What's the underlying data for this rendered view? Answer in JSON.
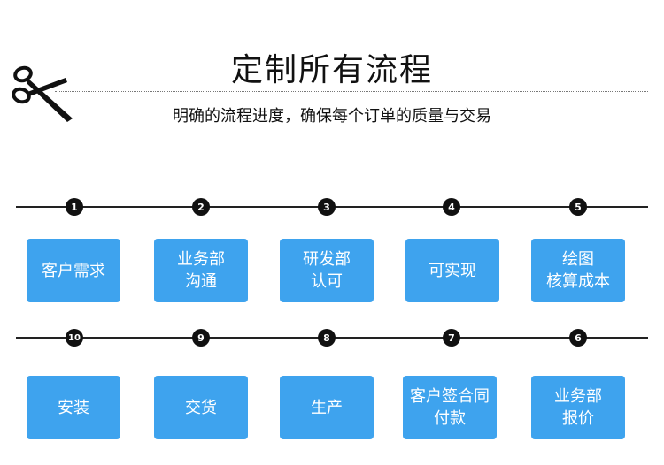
{
  "header": {
    "title": "定制所有流程",
    "subtitle": "明确的流程进度，确保每个订单的质量与交易"
  },
  "icons": {
    "decoration": "scissors-icon"
  },
  "colors": {
    "card": "#3ea3ee",
    "line": "#222222",
    "badge": "#111111"
  },
  "steps": [
    {
      "number": "1",
      "label": "客户需求"
    },
    {
      "number": "2",
      "label": "业务部\n沟通"
    },
    {
      "number": "3",
      "label": "研发部\n认可"
    },
    {
      "number": "4",
      "label": "可实现"
    },
    {
      "number": "5",
      "label": "绘图\n核算成本"
    },
    {
      "number": "10",
      "label": "安装"
    },
    {
      "number": "9",
      "label": "交货"
    },
    {
      "number": "8",
      "label": "生产"
    },
    {
      "number": "7",
      "label": "客户签合同\n付款"
    },
    {
      "number": "6",
      "label": "业务部\n报价"
    }
  ]
}
